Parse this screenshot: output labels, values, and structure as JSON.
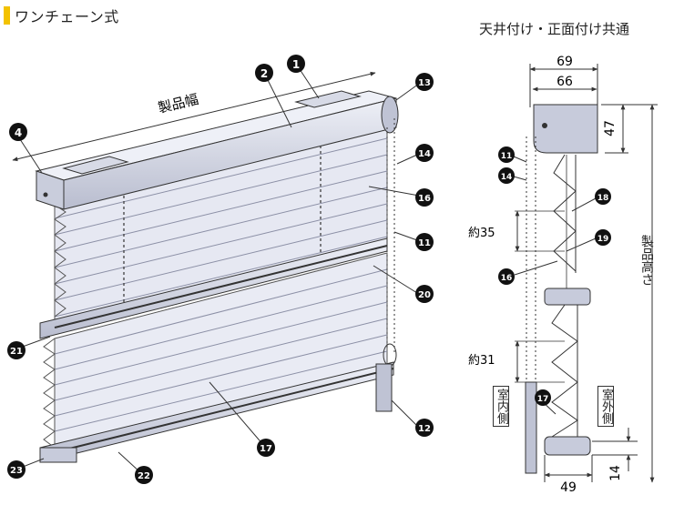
{
  "header": {
    "title": "ワンチェーン式",
    "right_caption": "天井付け・正面付け共通"
  },
  "dimensions": {
    "width_label": "製品幅",
    "height_label": "製品高さ",
    "top_outer": "69",
    "top_inner": "66",
    "head_height": "47",
    "pitch_upper": "約35",
    "pitch_lower": "約31",
    "bottom_depth": "49",
    "bottom_height": "14"
  },
  "side_labels": {
    "indoor": "室内側",
    "outdoor": "室外側"
  },
  "callouts": {
    "n1": "1",
    "n2": "2",
    "n4": "4",
    "n11": "11",
    "n12": "12",
    "n13": "13",
    "n14": "14",
    "n16": "16",
    "n17": "17",
    "n18": "18",
    "n19": "19",
    "n20": "20",
    "n21": "21",
    "n22": "22",
    "n23": "23"
  },
  "colors": {
    "accent": "#f3c200",
    "callout_fill": "#111111",
    "fabric": "#e6e8f2",
    "fabric_dark": "#c8ccdc",
    "rail": "#d2d5e2",
    "line": "#333333"
  }
}
